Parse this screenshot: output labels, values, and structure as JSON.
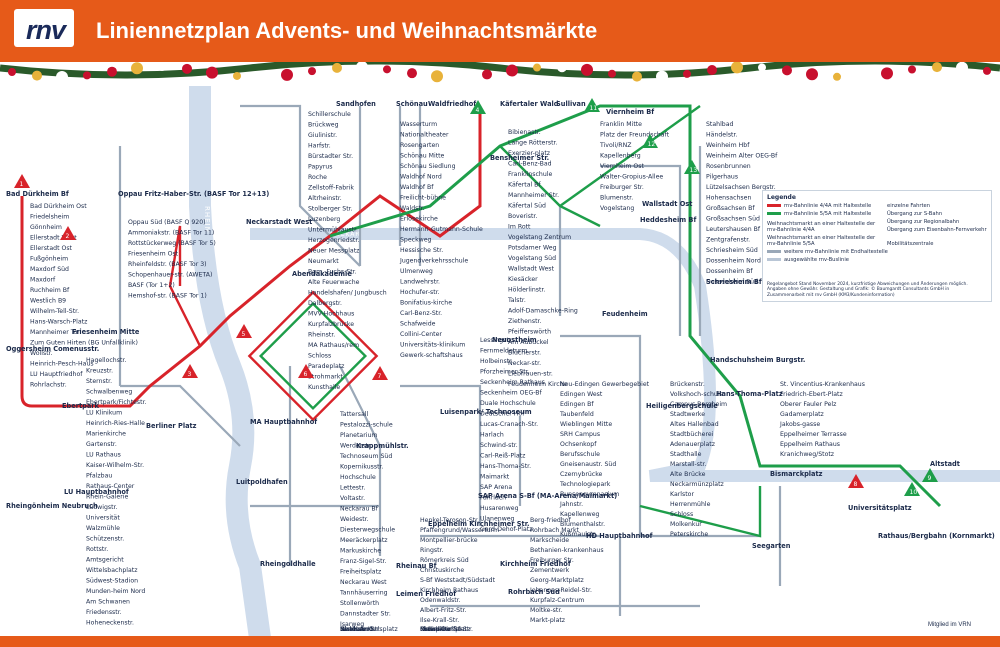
{
  "header": {
    "logo": "rnv",
    "title": "Liniennetzplan Advents- und Weihnachtsmärkte"
  },
  "colors": {
    "header": "#e65a19",
    "line_red": "#d8232a",
    "line_green": "#1e9e4a",
    "line_gray": "#9aa8b8",
    "river": "#cfdcec",
    "navy": "#1b2a4a"
  },
  "labels_bold": [
    "Bad Dürkheim Bf",
    "Oppau Fritz-Haber-Str. (BASF Tor 12+13)",
    "Sandhofen",
    "Schönau",
    "Waldfriedhof",
    "Käfertaler Wald",
    "Sullivan",
    "Neckarstadt West",
    "Abendakademie",
    "Oggersheim Comenusstr.",
    "Friesenheim Mitte",
    "Ebertpark",
    "Berliner Platz",
    "MA Hauptbahnhof",
    "Luitpoldhafen",
    "LU Hauptbahnhof",
    "Rheingönheim Neubruch",
    "Rheingoldhalle",
    "Krappmühlstr.",
    "Luisenpark/ Technoseum",
    "Neuostheim",
    "SAP Arena S-Bf (MA-Arena/Maimarkt)",
    "Eppelheim Kirchheimer Str.",
    "HD Hauptbahnhof",
    "Rheinau Bf",
    "Leimen Friedhof",
    "Kirchheim Friedhof",
    "Rohrbach Süd",
    "Bismarckplatz",
    "Universitätsplatz",
    "Altstadt",
    "Rathaus/Bergbahn (Kornmarkt)",
    "Seegarten",
    "Hans-Thoma-Platz",
    "Heiligenbergschule",
    "Handschuhsheim Burgstr.",
    "Schriesheim Bf",
    "Feudenheim",
    "Wallstadt Ost",
    "Heddesheim Bf",
    "Bensheimer Str.",
    "Viernheim Bf"
  ],
  "labels": [
    "Bad Dürkheim Ost",
    "Friedelsheim",
    "Gönnheim",
    "Ellerstadt West",
    "Ellerstadt Ost",
    "Fußgönheim",
    "Maxdorf Süd",
    "Maxdorf",
    "Ruchheim Bf",
    "Westlich B9",
    "Wilhelm-Tell-Str.",
    "Hans-Warsch-Platz",
    "Mannheimer Tor",
    "Zum Guten Hirten (BG Unfallklinik)",
    "Wollstr.",
    "Heinrich-Pesch-Haus",
    "LU Hauptfriedhof",
    "Rohrlachstr.",
    "Oppau Süd (BASF Q 920)",
    "Ammoniakstr. (BASF Tor 11)",
    "Rottstückerweg (BASF Tor 5)",
    "Friesenheim Ost",
    "Rheinfeldstr. (BASF Tor 3)",
    "Schopenhauer-str. (AWETA)",
    "BASF (Tor 1+2)",
    "Hemshof-str. (BASF Tor 1)",
    "Hagellochstr.",
    "Kreuzstr.",
    "Sternstr.",
    "Schwalbenweg",
    "Ebertpark/Fichtestr.",
    "LU Klinikum",
    "Heinrich-Ries-Halle",
    "Marienkirche",
    "Gartenstr.",
    "LU Rathaus",
    "Kaiser-Wilhelm-Str.",
    "Pfalzbau",
    "Rathaus-Center",
    "Rhein-Galerie",
    "Ludwigstr.",
    "Universität",
    "Walzmühle",
    "Schützenstr.",
    "Rottstr.",
    "Amtsgericht",
    "Wittelsbachplatz",
    "Südwest-Stadion",
    "Munden-heim Nord",
    "Am Schwanen",
    "Friedensstr.",
    "Hoheneckenstr.",
    "Schillerschule",
    "Brückweg",
    "Giulinistr.",
    "Harfstr.",
    "Bürstadter Str.",
    "Papyrus",
    "Roche",
    "Zellstoff-Fabrik",
    "Altrheinstr.",
    "Stolberger Str.",
    "Luzenberg",
    "Untermühlaustr.",
    "Herzogenriedstr.",
    "Neuer Messplatz",
    "Neumarkt",
    "Bgm.-Fuchs-Str.",
    "Alte Feuerwache",
    "Handelshafen/ Jungbusch",
    "Dalbergstr.",
    "MVV-Hochhaus",
    "Kurpfalzbrücke",
    "Rheinstr.",
    "MA Rathaus/rem",
    "Schloss",
    "Paradeplatz",
    "Strohmarkt",
    "Kunsthalle",
    "Wasserturm",
    "Nationaltheater",
    "Rosengarten",
    "Schönau Mitte",
    "Schönau Siedlung",
    "Waldhof Nord",
    "Waldhof Bf",
    "Freilicht-bühne",
    "Waldstr.",
    "Erlösekirche",
    "Hermann-Gutmann-Schule",
    "Speckweg",
    "Hessische Str.",
    "Jugendverkehrsschule",
    "Ulmenweg",
    "Landwehrstr.",
    "Hochufer-str.",
    "Bonifatius-kirche",
    "Carl-Benz-Str.",
    "Schafweide",
    "Collini-Center",
    "Universitäts-klinikum",
    "Gewerk-schaftshaus",
    "Bibienastr.",
    "Lange Rötterstr.",
    "Exerzier-platz",
    "Carl-Benz-Bad",
    "Franklinschule",
    "Käfertal Bf",
    "Mannheimer Str.",
    "Käfertal Süd",
    "Boveristr.",
    "Im Rott",
    "Vogelstang Zentrum",
    "Potsdamer Weg",
    "Vogelstang Süd",
    "Wallstadt West",
    "Kiesäcker",
    "Hölderlinstr.",
    "Talstr.",
    "Adolf-Damaschke-Ring",
    "Ziethenstr.",
    "Pfeifferswörth",
    "Am Aubuckel",
    "Blücherstr.",
    "Neckar-str.",
    "Liebfrauen-str.",
    "Feudenheim Kirche",
    "Franklin Mitte",
    "Platz der Freundschaft",
    "Tivoli/RNZ",
    "Kapellenberg",
    "Viernheim Ost",
    "Walter-Gropius-Allee",
    "Freiburger Str.",
    "Blumenstr.",
    "Vogelstang",
    "Stahlbad",
    "Händelstr.",
    "Weinheim Hbf",
    "Weinheim Alter OEG-Bf",
    "Rosenbrunnen",
    "Pilgerhaus",
    "Lützelsachsen Bergstr.",
    "Hohensachsen",
    "Großsachsen Bf",
    "Großsachsen Süd",
    "Leutershausen Bf",
    "Zentgrafenstr.",
    "Schriesheim Süd",
    "Dossenheim Nord",
    "Dossenheim Bf",
    "Dossenheim Süd",
    "Tattersall",
    "Pestalozzi-schule",
    "Planetarium",
    "Werderstr.",
    "Technoseum Süd",
    "Kopernikusstr.",
    "Hochschule",
    "Lettestr.",
    "Voltastr.",
    "Neckarau Bf",
    "Weidestr.",
    "Diesterwegschule",
    "Meeräckerplatz",
    "Markuskirche",
    "Franz-Sigel-Str.",
    "Freiheitsplatz",
    "Neckarau West",
    "Tannhäuserring",
    "Stollenwörth",
    "Dannstadter Str.",
    "Isarweg",
    "Sandrain",
    "Rheinau Karlsplatz",
    "Neuhofer Str.",
    "Waldseestr.",
    "Distelsand",
    "Lessingstr.",
    "Fernmeldeturm",
    "Holbeinstr.",
    "Pforzheimer Str.",
    "Seckenheim Rathaus",
    "Seckenheim OEG-Bf",
    "Duale Hochschule",
    "Deutscher Hof",
    "Lucas-Cranach-Str.",
    "Harlach",
    "Schwind-str.",
    "Carl-Reiß-Platz",
    "Hans-Thoma-Str.",
    "Maimarkt",
    "SAP Arena",
    "Fahrlach",
    "Husarenweg",
    "Ulanenweg",
    "Gerd-Dehof-Platz",
    "Neu-Edingen Gewerbegebiet",
    "Edingen West",
    "Edingen Bf",
    "Taubenfeld",
    "Wieblingen Mitte",
    "SRH Campus",
    "Ochsenkopf",
    "Berufsschule",
    "Gneisenaustr. Süd",
    "Czernybrücke",
    "Technologiepark",
    "Bunsengymnasium",
    "Jahnstr.",
    "Kapellenweg",
    "Blumenthalstr.",
    "Kußmaulstr.",
    "Brückenstr.",
    "Volkshoch-schule",
    "Campus Bergheim",
    "Stadtwerke",
    "Altes Hallenbad",
    "Stadtbücherei",
    "Adenauerplatz",
    "Stadthalle",
    "Marstall-str.",
    "Alte Brücke",
    "Neckarmünzplatz",
    "Karlstor",
    "Herrenmühle",
    "Schloss",
    "Molkenkur",
    "Peterskirche",
    "St. Vincentius-Krankenhaus",
    "Friedrich-Ebert-Platz",
    "Oberer Fauler Pelz",
    "Gadamerplatz",
    "Jakobs-gasse",
    "Eppelheimer Terrasse",
    "Eppelheim Rathaus",
    "Kranichweg/Stotz",
    "Henkel-Teroson-Str.",
    "Pfaffengrund/Wasserturm",
    "Montpellier-brücke",
    "Ringstr.",
    "Römerkreis Süd",
    "Christuskirche",
    "S-Bf Weststadt/Südstadt",
    "Kirchheim Rathaus",
    "Odenwaldstr.",
    "Albert-Fritz-Str.",
    "Ilse-Krall-Str.",
    "Messplatz",
    "Rudolf-Diesel-Str.",
    "Ortenauer Str.",
    "Eichendorffplatz",
    "Rheinstr.",
    "Berg-friedhof",
    "Rohrbach Markt",
    "Markscheide",
    "Bethanien-krankenhaus",
    "Freiburger Str.",
    "Zementwerk",
    "Georg-Marktplatz",
    "Johannes-Reidel-Str.",
    "Kurpfalz-Centrum",
    "Moltke-str.",
    "Markt-platz"
  ],
  "rivers": {
    "rhein": "RHEIN",
    "neckar": "NECKAR"
  },
  "legend": {
    "title": "Legende",
    "items": [
      "rnv-Bahnlinie 4/4A mit Haltestelle",
      "rnv-Bahnlinie 5/5A mit Haltestelle",
      "Weihnachtsmarkt an einer Haltestelle der rnv-Bahnlinie 4/4A",
      "Weihnachtsmarkt an einer Haltestelle der rnv-Bahnlinie 5/5A",
      "weitere rnv-Bahnlinie mit Endhaltestelle",
      "ausgewählte rnv-Buslinie",
      "einzelne Fahrten",
      "Übergang zur S-Bahn",
      "Übergang zur Regionalbahn",
      "Übergang zum Eisenbahn-Fernverkehr",
      "Mobilitätszentrale"
    ],
    "note": "Regelangebot Stand November 2024, kurzfristige Abweichungen und Änderungen möglich. Angaben ohne Gewähr. Gestaltung und Grafik: © Baumgardt Consultants GmbH in Zusammenarbeit mit rnv GmbH (KM3/Kundeninformation)"
  },
  "markets": [
    "1",
    "2",
    "3",
    "4",
    "5",
    "6",
    "7",
    "8",
    "9",
    "10",
    "11",
    "12",
    "13"
  ],
  "footer": {
    "vrn": "Mitglied im VRN"
  }
}
